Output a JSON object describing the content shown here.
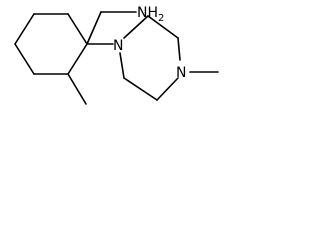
{
  "colors": {
    "background": "#ffffff",
    "bond": "#000000",
    "text": "#000000"
  },
  "molecule": {
    "atom_labels": {
      "amine": "NH2",
      "piperazine_n1": "N",
      "piperazine_n4": "N"
    }
  }
}
